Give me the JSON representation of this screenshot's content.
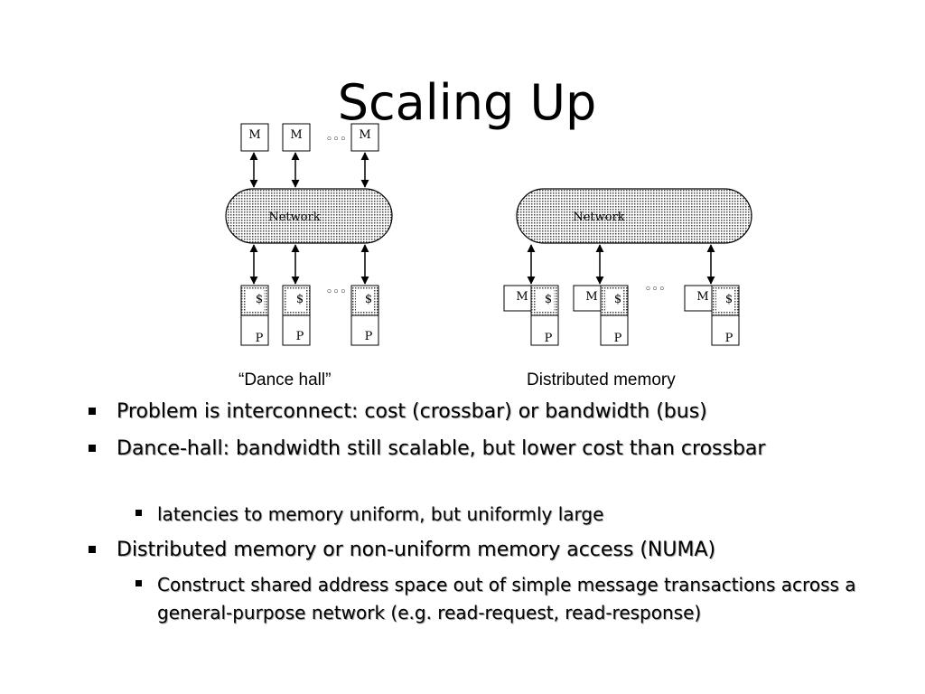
{
  "slide": {
    "title": "Scaling Up"
  },
  "diagram": {
    "network_label": "Network",
    "memory_label": "M",
    "cache_label": "$",
    "processor_label": "P",
    "ellipsis": "◦◦◦",
    "dance_hall_caption": "“Dance hall”",
    "distributed_caption": "Distributed memory"
  },
  "bullets": {
    "b1": "Problem is interconnect: cost (crossbar) or bandwidth (bus)",
    "b2": "Dance-hall:  bandwidth still scalable, but lower cost than crossbar",
    "b2a": "latencies to memory uniform, but uniformly large",
    "b3": "Distributed memory or non-uniform memory access (NUMA)",
    "b3a": "Construct shared address space  out of simple message transactions across a general-purpose network (e.g. read-request, read-response)"
  }
}
